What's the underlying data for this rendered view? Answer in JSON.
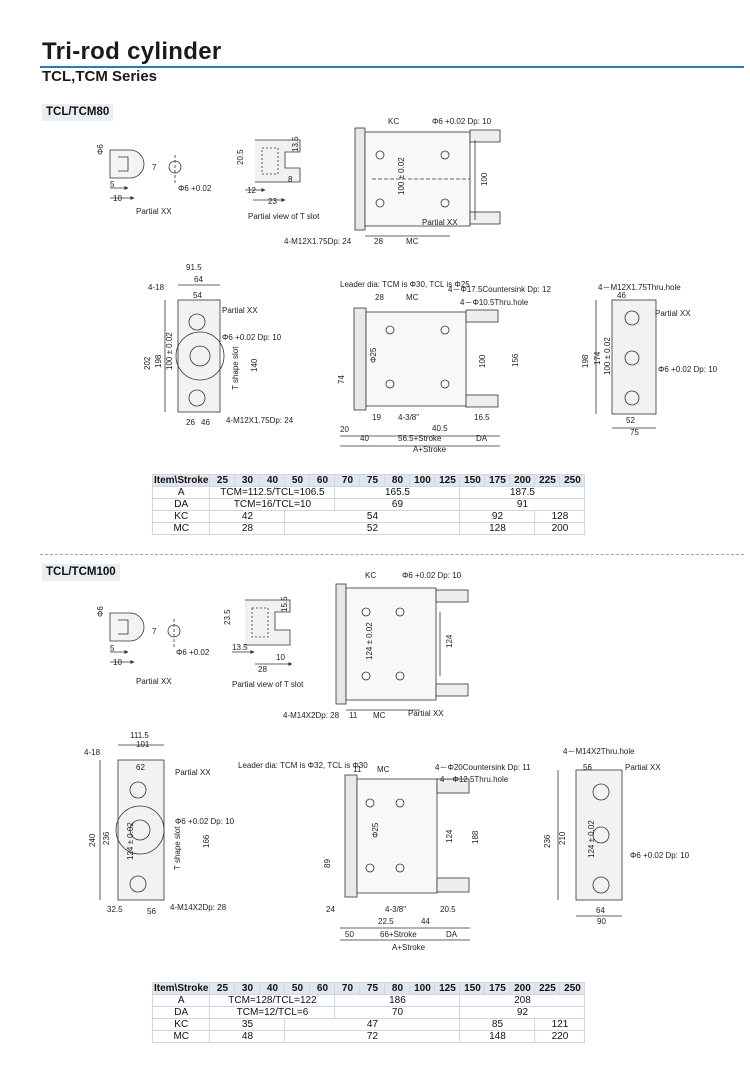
{
  "title": "Tri-rod cylinder",
  "subtitle": "TCL,TCM Series",
  "sections": [
    {
      "tag": "TCL/TCM80",
      "labels": {
        "hole_dia": "Φ6",
        "tol": "+0.02\n0",
        "tol_inline": "Φ6 +0.02",
        "dim_5": "5",
        "dim_10": "10",
        "dim_7": "7",
        "partial_xx": "Partial XX",
        "t_20_5": "20.5",
        "t_13_5": "13.5",
        "t_12": "12",
        "t_23": "23",
        "t_8": "8",
        "partial_t": "Partial view of T slot",
        "kc": "KC",
        "dp10": "Φ6 +0.02 Dp: 10",
        "h100": "100",
        "v100": "100 ± 0.02",
        "m12": "4-M12X1.75Dp: 24",
        "d28": "28",
        "mc": "MC",
        "leader": "Leader dia: TCM is Φ30, TCL is Φ25",
        "counter": "4－Φ17.5Countersink Dp: 12",
        "thru": "4－Φ10.5Thru.hole",
        "f_91_5": "91.5",
        "f_64": "64",
        "f_4_18": "4-18",
        "f_54": "54",
        "f_202": "202",
        "f_198": "198",
        "f_100": "100 ± 0.02",
        "f_140": "140",
        "f_tslot": "T shape slot",
        "f_dp": "Φ6 +0.02 Dp: 10",
        "f_26": "26",
        "f_46": "46",
        "f_m12": "4-M12X1.75Dp: 24",
        "s_74": "74",
        "s_100": "100",
        "s_156": "156",
        "s_phi25": "Φ25",
        "s_20": "20",
        "s_40": "40",
        "s_19": "19",
        "s_38": "4-3/8\"",
        "s_16_5": "16.5",
        "s_40_5": "40.5",
        "s_stroke": "56.5+Stroke",
        "s_da": "DA",
        "s_astroke": "A+Stroke",
        "s_28": "28",
        "s_mc": "MC",
        "r_thru": "4－M12X1.75Thru.hole",
        "r_46": "46",
        "r_198": "198",
        "r_174": "174",
        "r_100": "100 ± 0.02",
        "r_dp": "Φ6 +0.02 Dp: 10",
        "r_52": "52",
        "r_75": "75",
        "r_partial": "Partial XX"
      },
      "table": {
        "header": [
          "Item\\Stroke",
          "25",
          "30",
          "40",
          "50",
          "60",
          "70",
          "75",
          "80",
          "100",
          "125",
          "150",
          "175",
          "200",
          "225",
          "250"
        ],
        "rows": [
          {
            "item": "A",
            "cells": [
              "TCM=112.5/TCL=106.5",
              "165.5",
              "187.5"
            ]
          },
          {
            "item": "DA",
            "cells": [
              "TCM=16/TCL=10",
              "69",
              "91"
            ]
          },
          {
            "item": "KC",
            "cells": [
              "42",
              "54",
              "92",
              "128"
            ]
          },
          {
            "item": "MC",
            "cells": [
              "28",
              "52",
              "128",
              "200"
            ]
          }
        ]
      }
    },
    {
      "tag": "TCL/TCM100",
      "labels": {
        "hole_dia": "Φ6",
        "tol": "+0.02\n0",
        "tol_inline": "Φ6 +0.02",
        "dim_5": "5",
        "dim_10": "10",
        "dim_7": "7",
        "partial_xx": "Partial XX",
        "t_23_5": "23.5",
        "t_15_5": "15.5",
        "t_13_5": "13.5",
        "t_10": "10",
        "t_28": "28",
        "partial_t": "Partial view of T slot",
        "kc": "KC",
        "dp10": "Φ6 +0.02 Dp: 10",
        "h124": "124",
        "v124": "124 ± 0.02",
        "m14": "4-M14X2Dp: 28",
        "d11": "11",
        "mc": "MC",
        "pxx": "Partial XX",
        "leader": "Leader dia: TCM is Φ32, TCL is Φ30",
        "counter": "4－Φ20Countersink Dp: 11",
        "thru": "4－Φ12.5Thru.hole",
        "f_111_5": "111.5",
        "f_101": "101",
        "f_4_18": "4-18",
        "f_62": "62",
        "f_240": "240",
        "f_236": "236",
        "f_124": "124 ± 0.02",
        "f_166": "166",
        "f_tslot": "T shape slot",
        "f_dp": "Φ6 +0.02 Dp: 10",
        "f_32_5": "32.5",
        "f_56": "56",
        "f_m14": "4-M14X2Dp: 28",
        "s_89": "89",
        "s_124": "124",
        "s_188": "188",
        "s_phi25": "Φ25",
        "s_24": "24",
        "s_50": "50",
        "s_38": "4-3/8\"",
        "s_22_5": "22.5",
        "s_44": "44",
        "s_20_5": "20.5",
        "s_stroke": "66+Stroke",
        "s_da": "DA",
        "s_astroke": "A+Stroke",
        "s_11": "11",
        "s_mc": "MC",
        "r_thru": "4－M14X2Thru.hole",
        "r_56": "56",
        "r_236": "236",
        "r_210": "210",
        "r_124": "124 ± 0.02",
        "r_dp": "Φ6 +0.02 Dp: 10",
        "r_64": "64",
        "r_90": "90",
        "r_partial": "Partial XX"
      },
      "table": {
        "header": [
          "Item\\Stroke",
          "25",
          "30",
          "40",
          "50",
          "60",
          "70",
          "75",
          "80",
          "100",
          "125",
          "150",
          "175",
          "200",
          "225",
          "250"
        ],
        "rows": [
          {
            "item": "A",
            "cells": [
              "TCM=128/TCL=122",
              "186",
              "208"
            ]
          },
          {
            "item": "DA",
            "cells": [
              "TCM=12/TCL=6",
              "70",
              "92"
            ]
          },
          {
            "item": "KC",
            "cells": [
              "35",
              "47",
              "85",
              "121"
            ]
          },
          {
            "item": "MC",
            "cells": [
              "48",
              "72",
              "148",
              "220"
            ]
          }
        ]
      }
    }
  ]
}
